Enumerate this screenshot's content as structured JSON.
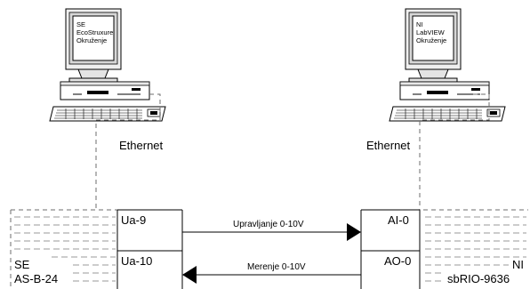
{
  "left_pc": {
    "screen_lines": [
      "SE",
      "EcoStruxure",
      "Okruženje"
    ]
  },
  "right_pc": {
    "screen_lines": [
      "NI",
      "LabVIEW",
      "Okruženje"
    ]
  },
  "network": {
    "left_label": "Ethernet",
    "right_label": "Ethernet"
  },
  "left_device": {
    "name_line1": "SE",
    "name_line2": "AS-B-24",
    "port_top": "Ua-9",
    "port_bottom": "Ua-10"
  },
  "right_device": {
    "name_line1": "NI",
    "name_line2": "sbRIO-9636",
    "port_top": "AI-0",
    "port_bottom": "AO-0"
  },
  "signals": {
    "top": "Upravljanje 0-10V",
    "bottom": "Merenje 0-10V"
  }
}
